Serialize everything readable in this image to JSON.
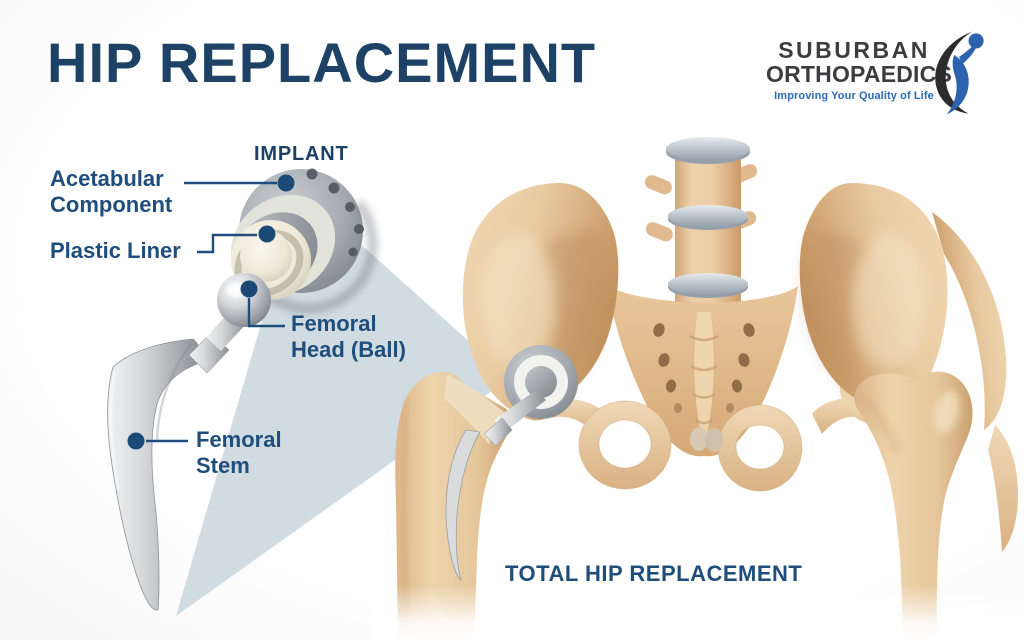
{
  "page": {
    "title": "HIP REPLACEMENT"
  },
  "logo": {
    "name_line1": "SUBURBAN",
    "name_line2": "ORTHOPAEDICS",
    "tagline": "Improving Your Quality of Life",
    "icon": "figure-swoosh-icon"
  },
  "implant_diagram": {
    "heading": "IMPLANT",
    "labels": {
      "acetabular": {
        "line1": "Acetabular",
        "line2": "Component"
      },
      "plastic_liner": {
        "line1": "Plastic Liner"
      },
      "femoral_head": {
        "line1": "Femoral",
        "line2": "Head (Ball)"
      },
      "femoral_stem": {
        "line1": "Femoral",
        "line2": "Stem"
      }
    }
  },
  "pelvis_diagram": {
    "caption": "TOTAL HIP REPLACEMENT"
  },
  "colors": {
    "title_navy": "#1d4266",
    "label_navy": "#1f4e7c",
    "leader_dot_navy": "#1b4a77",
    "tagline_blue": "#2a6bb6",
    "logo_gray": "#3d3d3f",
    "logo_blue": "#2d63ae",
    "beam_blue_gray": "#ccd8df",
    "bone_beige": "#e9cba3",
    "implant_metal_gray": "#9aa0a8",
    "liner_cream": "#efe9da"
  }
}
